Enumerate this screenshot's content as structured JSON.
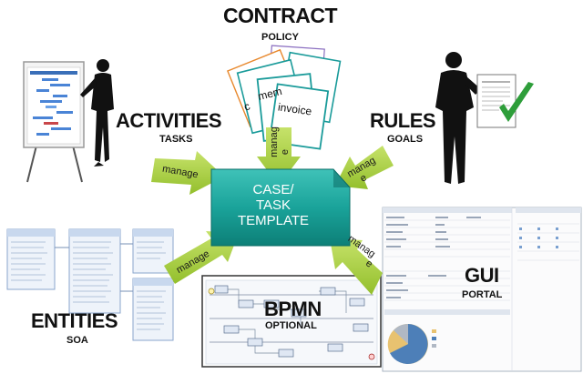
{
  "contract": {
    "title": "CONTRACT",
    "subtitle": "POLICY",
    "doc_words": {
      "mem": "mem",
      "invoice": "invoice",
      "c": "c"
    }
  },
  "activities": {
    "title": "ACTIVITIES",
    "subtitle": "TASKS"
  },
  "rules": {
    "title": "RULES",
    "subtitle": "GOALS"
  },
  "entities": {
    "title": "ENTITIES",
    "subtitle": "SOA"
  },
  "gui": {
    "title": "GUI",
    "subtitle": "PORTAL"
  },
  "bpmn": {
    "title": "BPMN",
    "subtitle": "OPTIONAL"
  },
  "center": {
    "line1": "CASE/",
    "line2": "TASK",
    "line3": "TEMPLATE"
  },
  "arrows": {
    "activities": "manage",
    "contract_a": "manag",
    "contract_b": "e",
    "rules_a": "manag",
    "rules_b": "e",
    "entities": "manage",
    "gui_a": "manag",
    "gui_b": "e"
  },
  "colors": {
    "arrow": "#a8cf3e",
    "center": "#1aa39a",
    "center_dark": "#0f7a73",
    "doc_border": "#1a9b9a"
  }
}
